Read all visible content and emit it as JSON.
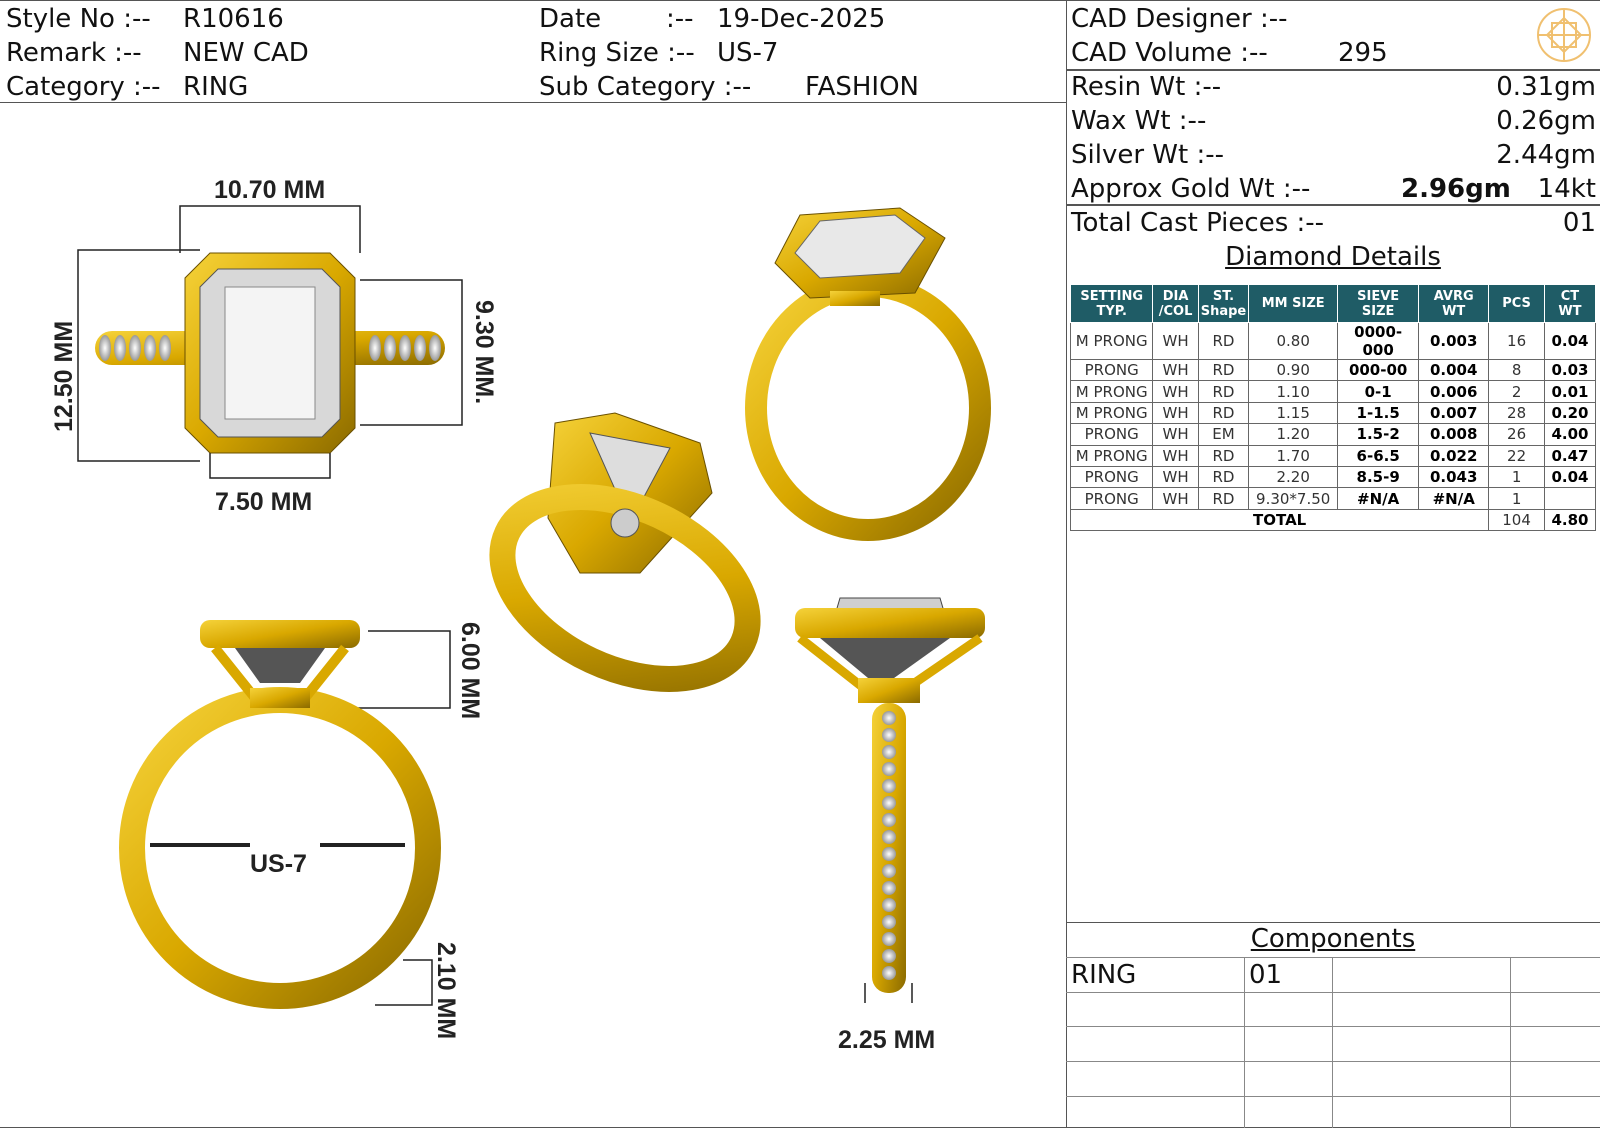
{
  "header": {
    "style_no_label": "Style No :--",
    "style_no": "R10616",
    "remark_label": "Remark  :--",
    "remark": "NEW CAD",
    "category_label": "Category :--",
    "category": "RING",
    "date_label": "Date",
    "date_sep": ":--",
    "date": "19-Dec-2025",
    "ring_size_label": "Ring Size :--",
    "ring_size": "US-7",
    "sub_category_label": "Sub Category :--",
    "sub_category": "FASHION"
  },
  "cad": {
    "designer_label": "CAD   Designer :--",
    "designer": "",
    "volume_label": "CAD   Volume  :--",
    "volume": "295"
  },
  "weights": [
    {
      "label": "Resin Wt :--",
      "value": "0.31gm"
    },
    {
      "label": "Wax   Wt :--",
      "value": "0.26gm"
    },
    {
      "label": "Silver Wt :--",
      "value": "2.44gm"
    }
  ],
  "gold": {
    "label": "Approx Gold Wt :--",
    "value": "2.96gm",
    "karat": "14kt"
  },
  "cast": {
    "label": "Total Cast Pieces :--",
    "value": "01"
  },
  "diamond_title": "Diamond Details",
  "diamond_table": {
    "headers": [
      "SETTING TYP.",
      "DIA /COL",
      "ST. Shape",
      "MM SIZE",
      "SIEVE SIZE",
      "AVRG WT",
      "PCS",
      "CT WT"
    ],
    "rows": [
      [
        "M PRONG",
        "WH",
        "RD",
        "0.80",
        "0000-000",
        "0.003",
        "16",
        "0.04"
      ],
      [
        "PRONG",
        "WH",
        "RD",
        "0.90",
        "000-00",
        "0.004",
        "8",
        "0.03"
      ],
      [
        "M PRONG",
        "WH",
        "RD",
        "1.10",
        "0-1",
        "0.006",
        "2",
        "0.01"
      ],
      [
        "M PRONG",
        "WH",
        "RD",
        "1.15",
        "1-1.5",
        "0.007",
        "28",
        "0.20"
      ],
      [
        "PRONG",
        "WH",
        "EM",
        "1.20",
        "1.5-2",
        "0.008",
        "26",
        "4.00"
      ],
      [
        "M PRONG",
        "WH",
        "RD",
        "1.70",
        "6-6.5",
        "0.022",
        "22",
        "0.47"
      ],
      [
        "PRONG",
        "WH",
        "RD",
        "2.20",
        "8.5-9",
        "0.043",
        "1",
        "0.04"
      ],
      [
        "PRONG",
        "WH",
        "RD",
        "9.30*7.50",
        "#N/A",
        "#N/A",
        "1",
        ""
      ]
    ],
    "total_label": "TOTAL",
    "total_pcs": "104",
    "total_ct": "4.80"
  },
  "components": {
    "title": "Components",
    "rows": [
      {
        "name": "RING",
        "qty": "01"
      }
    ]
  },
  "dimensions": {
    "top_width": "10.70 MM",
    "top_height": "12.50 MM",
    "stone_length": "9.30 MM.",
    "stone_width": "7.50 MM",
    "head_height": "6.00 MM",
    "size": "US-7",
    "shank_thickness": "2.10 MM",
    "shank_width": "2.25 MM"
  },
  "colors": {
    "gold": "#e3b400",
    "table_header": "#1f5c66",
    "logo": "#f0c070"
  },
  "logo_icon": "flower-logo-icon"
}
